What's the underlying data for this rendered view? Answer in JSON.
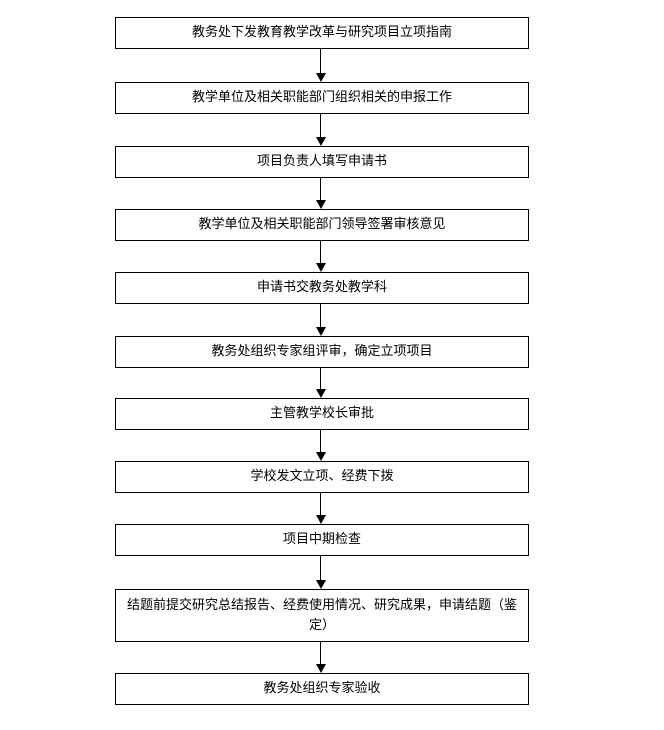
{
  "flowchart": {
    "steps": [
      "教务处下发教育教学改革与研究项目立项指南",
      "教学单位及相关职能部门组织相关的申报工作",
      "项目负责人填写申请书",
      "教学单位及相关职能部门领导签署审核意见",
      "申请书交教务处教学科",
      "教务处组织专家组评审，确定立项项目",
      "主管教学校长审批",
      "学校发文立项、经费下拨",
      "项目中期检查",
      "结题前提交研究总结报告、经费使用情况、研究成果，申请结题（鉴定）",
      "教务处组织专家验收"
    ]
  },
  "colors": {
    "border": "#000000",
    "background": "#ffffff",
    "text": "#000000"
  }
}
